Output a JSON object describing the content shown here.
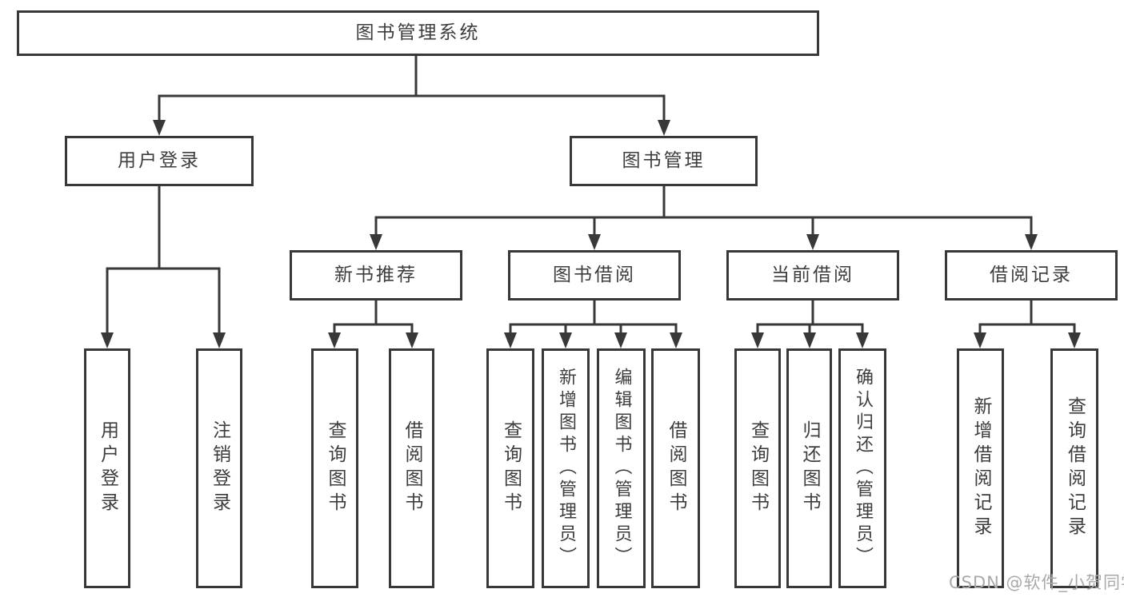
{
  "diagram": {
    "root": "图书管理系统",
    "user_login": {
      "label": "用户登录",
      "children": [
        "用户登录",
        "注销登录"
      ]
    },
    "book_mgmt": {
      "label": "图书管理",
      "sections": {
        "new_book_rec": {
          "label": "新书推荐",
          "children": [
            "查询图书",
            "借阅图书"
          ]
        },
        "book_borrow": {
          "label": "图书借阅",
          "children": [
            "查询图书",
            "新增图书（管理员）",
            "编辑图书（管理员）",
            "借阅图书"
          ]
        },
        "current_borrow": {
          "label": "当前借阅",
          "children": [
            "查询图书",
            "归还图书",
            "确认归还（管理员）"
          ]
        },
        "borrow_record": {
          "label": "借阅记录",
          "children": [
            "新增借阅记录",
            "查询借阅记录"
          ]
        }
      }
    }
  },
  "watermark": "CSDN @软件_小贺同学"
}
